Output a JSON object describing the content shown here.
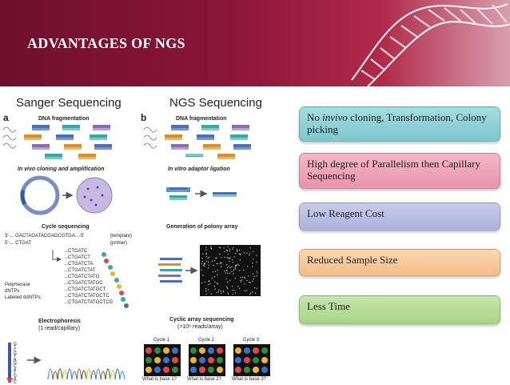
{
  "header": {
    "title": "ADVANTAGES OF NGS"
  },
  "figure": {
    "left_title": "Sanger Sequencing",
    "right_title": "NGS Sequencing",
    "panel_a": "a",
    "panel_b": "b",
    "left_steps": {
      "fragmentation": "DNA fragmentation",
      "cloning": "In vivo cloning and amplification",
      "cycle": "Cycle sequencing",
      "electrophoresis": "Electrophoresis",
      "electrophoresis_sub": "(1 read/capillary)"
    },
    "right_steps": {
      "fragmentation": "DNA fragmentation",
      "ligation": "In vitro adaptor ligation",
      "polony": "Generation of polony array",
      "cyclic": "Cyclic array sequencing",
      "cyclic_sub": "(>10⁶ reads/array)"
    },
    "template_line": "3'-...  GACTAGATACGAGCGTGA...-5'",
    "template_label": "(template)",
    "primer_line": "5'-...  CTGAT",
    "primer_label": "(primer)",
    "sanger_reads": [
      "...CTGATC",
      "...CTGATCT",
      "...CTGATCTA",
      "...CTGATCTAT",
      "...CTGATCTATG",
      "...CTGATCTATGC",
      "...CTGATCTATGCT",
      "...CTGATCTATGCTC",
      "...CTGATCTATGCTCG"
    ],
    "reagents": [
      "Polymerase",
      "dNTPs",
      "Labeled ddNTPs"
    ],
    "cycles": [
      "Cycle 1",
      "Cycle 2",
      "Cycle 3"
    ],
    "base_questions": [
      "What is base 1?",
      "What is base 2?",
      "What is base 3?"
    ],
    "gel_letters": "GTCGTAGCATGAC"
  },
  "advantages": [
    {
      "pre": "No ",
      "em": "invivo",
      "post": " cloning, Transformation, Colony picking",
      "color": "#7cc7cc"
    },
    {
      "pre": "High degree of Parallelism then Capillary Sequencing",
      "em": "",
      "post": "",
      "color": "#e994ab"
    },
    {
      "pre": "Low Reagent  Cost",
      "em": "",
      "post": "",
      "color": "#aeb1dd"
    },
    {
      "pre": "Reduced Sample Size",
      "em": "",
      "post": "",
      "color": "#f5bd87"
    },
    {
      "pre": "Less Time",
      "em": "",
      "post": "",
      "color": "#a8d587"
    }
  ]
}
